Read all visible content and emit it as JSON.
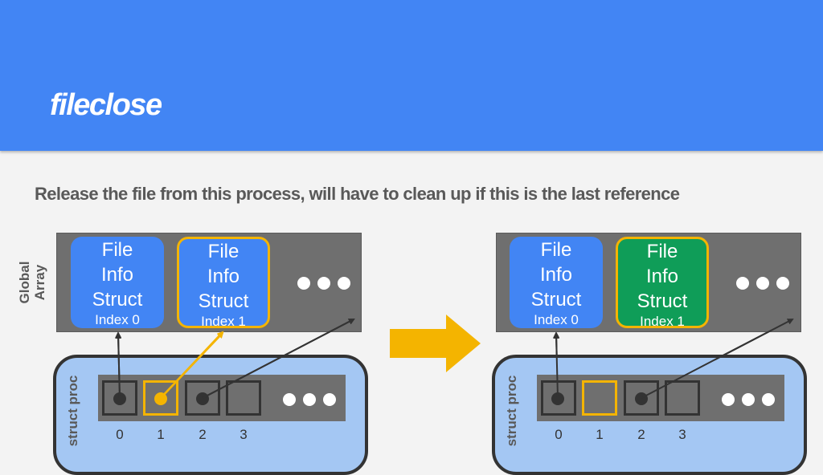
{
  "slide": {
    "title": "fileclose",
    "subtitle": "Release the file from this process, will have to clean up if this is the last reference"
  },
  "labels": {
    "global_line1": "Global",
    "global_line2": "Array",
    "struct_proc": "struct proc"
  },
  "colors": {
    "header": "#4285f4",
    "file_card_blue": "#4285f4",
    "file_card_green": "#0f9d58",
    "highlight": "#f4b400",
    "panel_gray": "#6f6f6f",
    "proc_panel": "#a4c7f3"
  },
  "before": {
    "cards": [
      {
        "lines": [
          "File",
          "Info",
          "Struct"
        ],
        "index": "Index 0",
        "color": "blue",
        "selected": false
      },
      {
        "lines": [
          "File",
          "Info",
          "Struct"
        ],
        "index": "Index 1",
        "color": "blue",
        "selected": true
      }
    ],
    "slots": [
      "0",
      "1",
      "2",
      "3"
    ]
  },
  "after": {
    "cards": [
      {
        "lines": [
          "File",
          "Info",
          "Struct"
        ],
        "index": "Index 0",
        "color": "blue",
        "selected": false
      },
      {
        "lines": [
          "File",
          "Info",
          "Struct"
        ],
        "index": "Index 1",
        "color": "green",
        "selected": true
      }
    ],
    "slots": [
      "0",
      "1",
      "2",
      "3"
    ]
  }
}
